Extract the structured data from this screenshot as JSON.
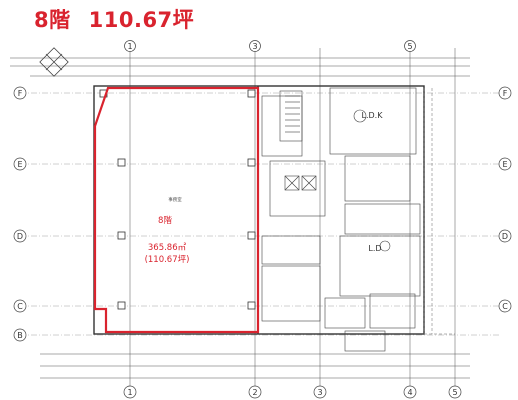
{
  "title": {
    "floor": "8階",
    "area_tsubo": "110.67坪"
  },
  "unit": {
    "floor": "8階",
    "area_m2": "365.86㎡",
    "area_tsubo": "(110.67坪)"
  },
  "grid": {
    "columns": [
      "1",
      "2",
      "3",
      "4",
      "5"
    ],
    "rows": [
      "F",
      "E",
      "D",
      "C",
      "B"
    ]
  },
  "rooms": {
    "ldk": "L.D.K",
    "ld": "L.D",
    "office": "事務室"
  },
  "colors": {
    "highlight": "#d9232e",
    "line": "#333333"
  }
}
